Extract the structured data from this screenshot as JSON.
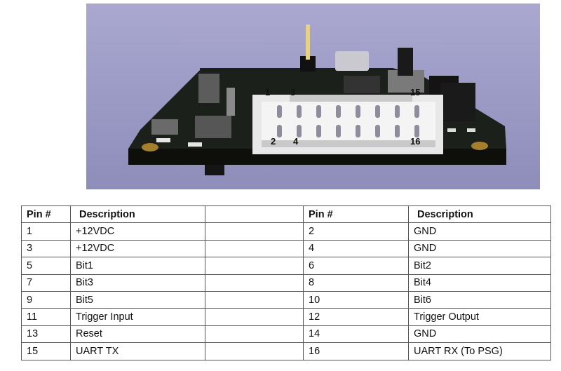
{
  "figure": {
    "pin_labels": {
      "p1": "1",
      "p3": "3",
      "p15": "15",
      "p2": "2",
      "p4": "4",
      "p16": "16"
    },
    "colors": {
      "background_top": "#aaa8d0",
      "background_bottom": "#8e8dba",
      "board": "#1c201b",
      "connector": "#e8e8e8"
    }
  },
  "table": {
    "headers": [
      "Pin #",
      "Description",
      "",
      "Pin #",
      "Description"
    ],
    "rows": [
      [
        "1",
        "+12VDC",
        "",
        "2",
        "GND"
      ],
      [
        "3",
        "+12VDC",
        "",
        "4",
        "GND"
      ],
      [
        "5",
        "Bit1",
        "",
        "6",
        "Bit2"
      ],
      [
        "7",
        "Bit3",
        "",
        "8",
        "Bit4"
      ],
      [
        "9",
        "Bit5",
        "",
        "10",
        "Bit6"
      ],
      [
        "11",
        "Trigger Input",
        "",
        "12",
        "Trigger Output"
      ],
      [
        "13",
        "Reset",
        "",
        "14",
        "GND"
      ],
      [
        "15",
        "UART TX",
        "",
        "16",
        "UART RX (To PSG)"
      ]
    ]
  }
}
